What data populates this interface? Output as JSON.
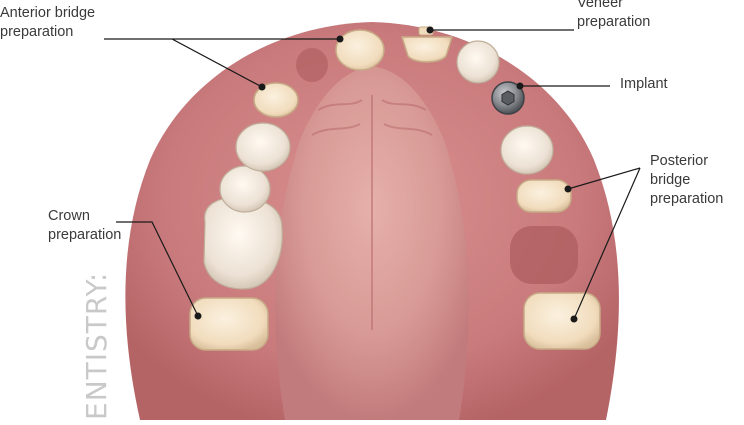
{
  "labels": {
    "anterior_bridge": "Anterior bridge\npreparation",
    "veneer": "Veneer\npreparation",
    "implant": "Implant",
    "posterior_bridge": "Posterior\nbridge\npreparation",
    "crown": "Crown\npreparation"
  },
  "side_text": "ENTISTRY:",
  "colors": {
    "gum": "#c97a7c",
    "gum_dark": "#9e4a51",
    "palate": "#d89a96",
    "tooth": "#efe6dc",
    "prepared_tooth": "#f4dfc2",
    "implant": "#7d7f84",
    "leader_line": "#1a1a1a"
  }
}
